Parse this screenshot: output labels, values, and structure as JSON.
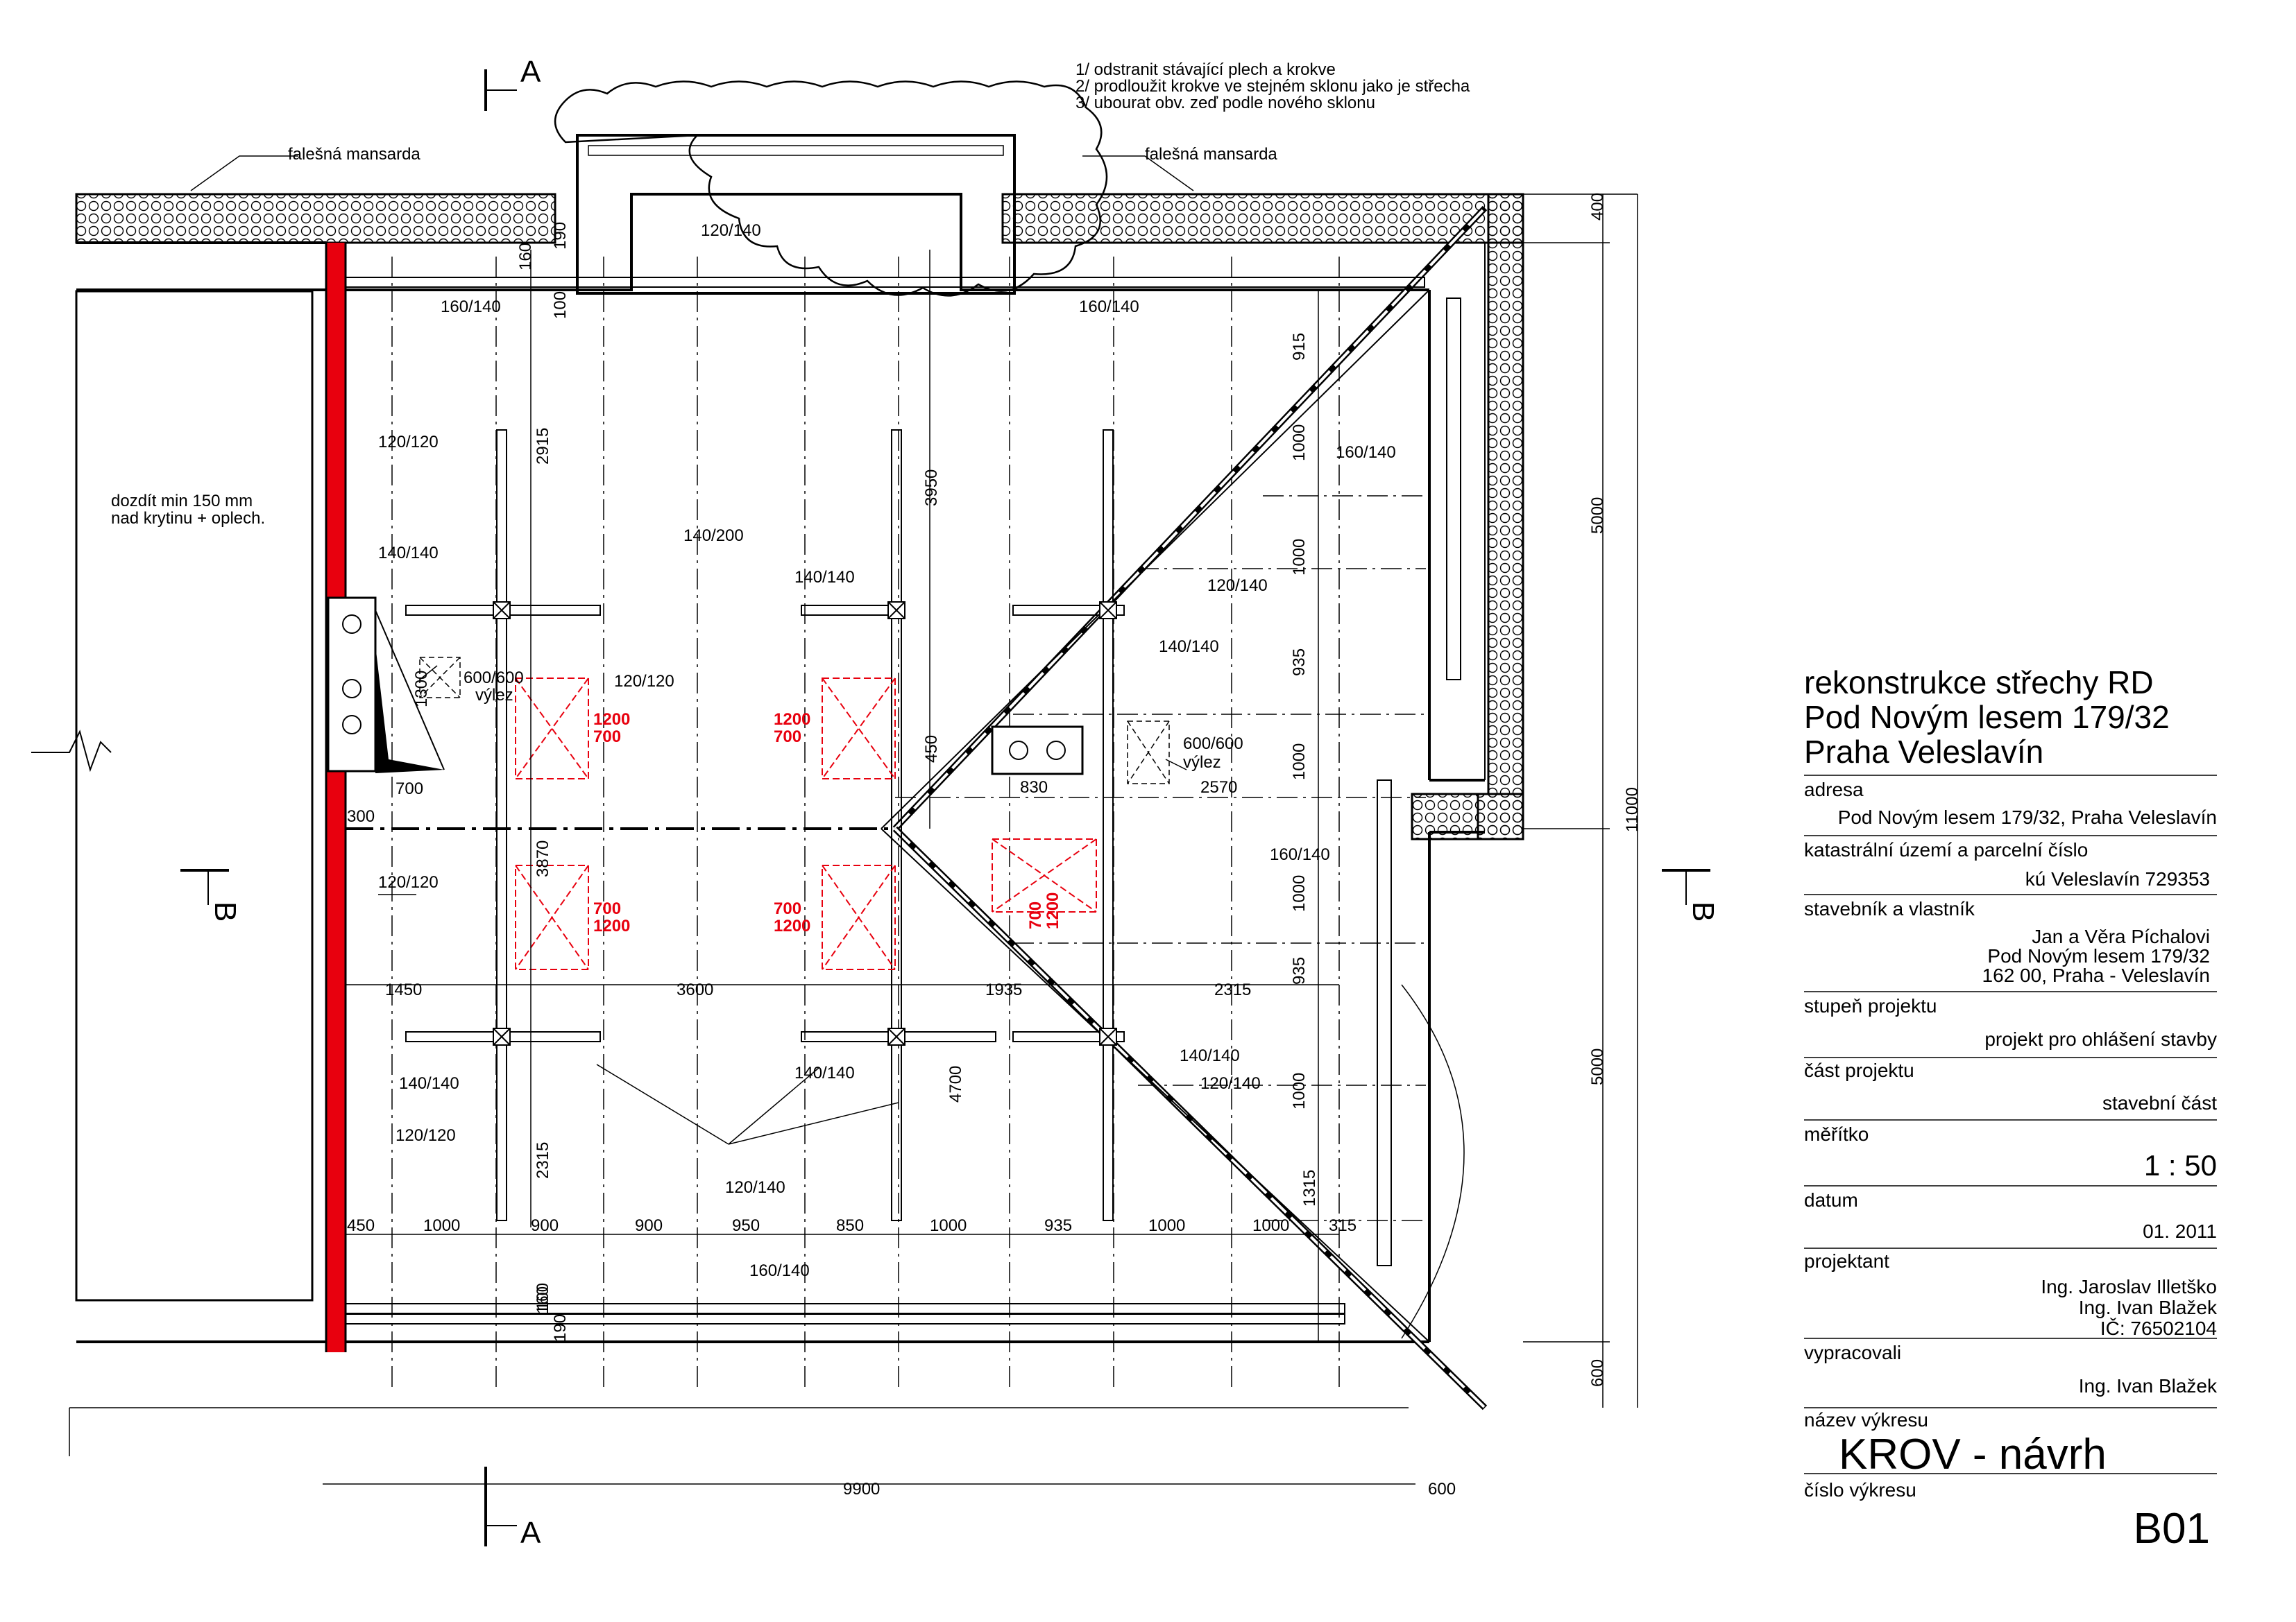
{
  "notes": {
    "line1": "1/ odstranit stávající plech a krokve",
    "line2": "2/ prodloužit krokve ve stejném sklonu jako je střecha",
    "line3": "3/ ubourat obv. zeď podle nového sklonu"
  },
  "labels": {
    "false_mansard": "falešná mansarda",
    "chimney_note_1": "dozdít min 150 mm",
    "chimney_note_2": "nad krytinu + oplech.",
    "hatch": "výlez",
    "section_a": "A",
    "section_b": "B"
  },
  "members": {
    "m120_140": "120/140",
    "m160_140": "160/140",
    "m120_120": "120/120",
    "m140_140": "140/140",
    "m140_200": "140/200",
    "m600_600": "600/600"
  },
  "windows": {
    "w1200": "1200",
    "w700": "700"
  },
  "dimensions": {
    "d100": "100",
    "d160": "160",
    "d190": "190",
    "d400": "400",
    "d600": "600",
    "d5000": "5000",
    "d11000": "11000",
    "d9900": "9900",
    "d2915": "2915",
    "d3950": "3950",
    "d3870": "3870",
    "d4700": "4700",
    "d2315": "2315",
    "d1300": "1300",
    "d700": "700",
    "d300": "300",
    "d450": "450",
    "d830": "830",
    "d2570": "2570",
    "d915": "915",
    "d1000": "1000",
    "d935": "935",
    "d1315": "1315",
    "d315": "315",
    "d1450": "1450",
    "d3600": "3600",
    "d1935": "1935",
    "d900": "900",
    "d950": "950",
    "d850": "850"
  },
  "title_block": {
    "project_line1": "rekonstrukce střechy RD",
    "project_line2": "Pod Novým lesem 179/32",
    "project_line3": "Praha Veleslavín",
    "address_label": "adresa",
    "address_value": "Pod Novým lesem 179/32, Praha Veleslavín",
    "cadastre_label": "katastrální území a parcelní číslo",
    "cadastre_value": "kú Veleslavín 729353",
    "owner_label": "stavebník a vlastník",
    "owner_line1": "Jan a Věra Píchalovi",
    "owner_line2": "Pod Novým lesem 179/32",
    "owner_line3": "162 00, Praha - Veleslavín",
    "stage_label": "stupeň projektu",
    "stage_value": "projekt pro ohlášení stavby",
    "part_label": "část projektu",
    "part_value": "stavební část",
    "scale_label": "měřítko",
    "scale_value": "1 : 50",
    "date_label": "datum",
    "date_value": "01. 2011",
    "designer_label": "projektant",
    "designer_line1": "Ing. Jaroslav Illetško",
    "designer_line2": "Ing. Ivan Blažek",
    "designer_line3": "IČ: 76502104",
    "prepared_label": "vypracovali",
    "prepared_value": "Ing. Ivan Blažek",
    "drawing_name_label": "název výkresu",
    "drawing_name_value": "KROV - návrh",
    "drawing_no_label": "číslo výkresu",
    "drawing_no_value": "B01"
  },
  "colors": {
    "firewall": "#e8000e",
    "roof_window": "#e8000e",
    "lines": "#000000"
  }
}
